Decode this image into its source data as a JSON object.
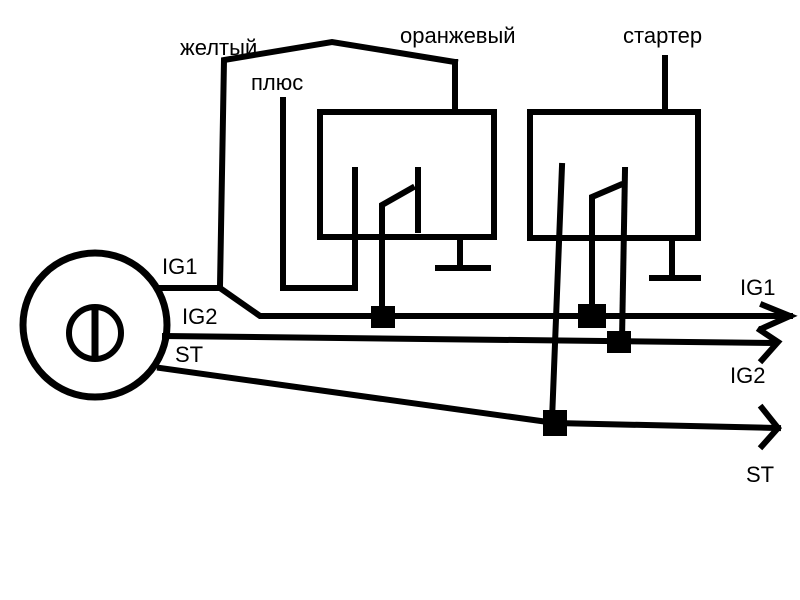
{
  "labels": {
    "yellow": "желтый",
    "plus": "плюс",
    "orange": "оранжевый",
    "starter": "стартер",
    "ig1_left": "IG1",
    "ig2_left": "IG2",
    "st_left": "ST",
    "ig1_right": "IG1",
    "ig2_right": "IG2",
    "st_right": "ST"
  },
  "colors": {
    "stroke": "#000000",
    "background": "#ffffff"
  },
  "icons": {
    "ignition_switch": "ignition-key-icon"
  }
}
